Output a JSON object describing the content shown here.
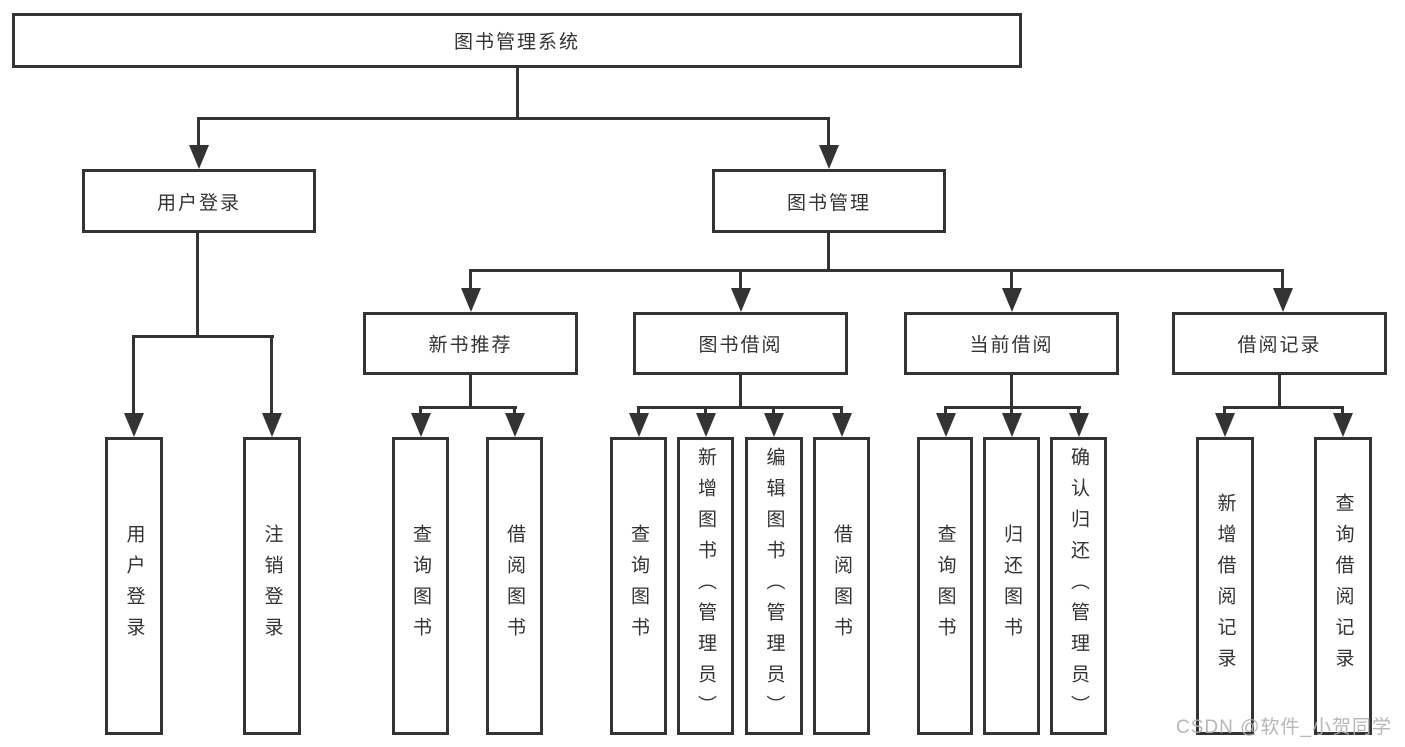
{
  "diagram_type": "hierarchy-tree",
  "colors": {
    "line": "#333333",
    "text": "#333333",
    "box_background": "#ffffff",
    "watermark": "#b0b0b0"
  },
  "nodes": {
    "root": "图书管理系统",
    "level2": [
      "用户登录",
      "图书管理"
    ],
    "level3": [
      "新书推荐",
      "图书借阅",
      "当前借阅",
      "借阅记录"
    ],
    "leaves": {
      "login": [
        "用户登录",
        "注销登录"
      ],
      "recommend": [
        "查询图书",
        "借阅图书"
      ],
      "borrow": [
        "查询图书",
        "新增图书（管理员）",
        "编辑图书（管理员）",
        "借阅图书"
      ],
      "current": [
        "查询图书",
        "归还图书",
        "确认归还（管理员）"
      ],
      "records": [
        "新增借阅记录",
        "查询借阅记录"
      ]
    }
  },
  "watermark": "CSDN @软件_小贺同学"
}
